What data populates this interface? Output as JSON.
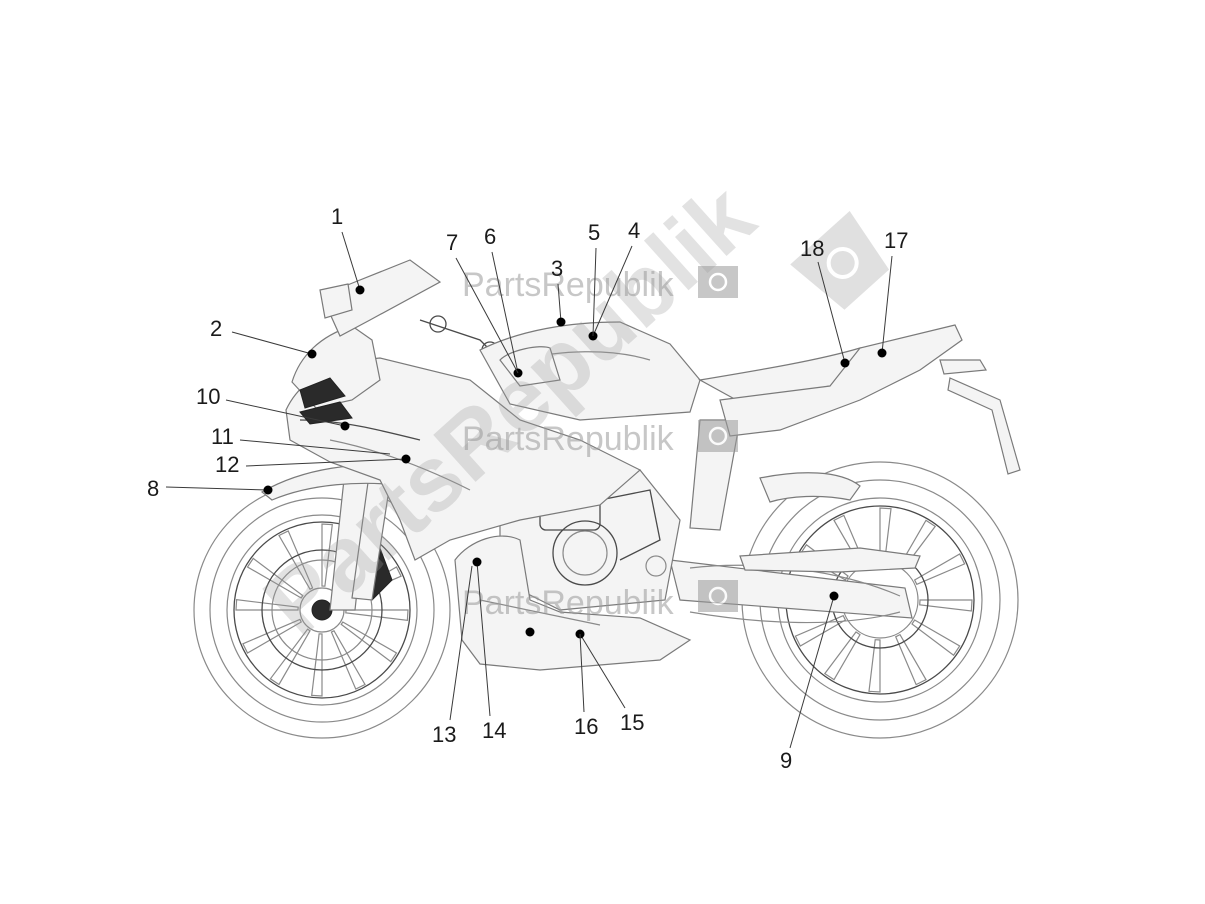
{
  "watermark": {
    "brand": "PartsRepublik",
    "icon": "gear-icon",
    "color": "#9a9a9a"
  },
  "callouts": [
    {
      "id": "c1",
      "label": "1"
    },
    {
      "id": "c2",
      "label": "2"
    },
    {
      "id": "c3",
      "label": "3"
    },
    {
      "id": "c4",
      "label": "4"
    },
    {
      "id": "c5",
      "label": "5"
    },
    {
      "id": "c6",
      "label": "6"
    },
    {
      "id": "c7",
      "label": "7"
    },
    {
      "id": "c8",
      "label": "8"
    },
    {
      "id": "c9",
      "label": "9"
    },
    {
      "id": "c10",
      "label": "10"
    },
    {
      "id": "c11",
      "label": "11"
    },
    {
      "id": "c12",
      "label": "12"
    },
    {
      "id": "c13",
      "label": "13"
    },
    {
      "id": "c14",
      "label": "14"
    },
    {
      "id": "c15",
      "label": "15"
    },
    {
      "id": "c16",
      "label": "16"
    },
    {
      "id": "c17",
      "label": "17"
    },
    {
      "id": "c18",
      "label": "18"
    }
  ]
}
